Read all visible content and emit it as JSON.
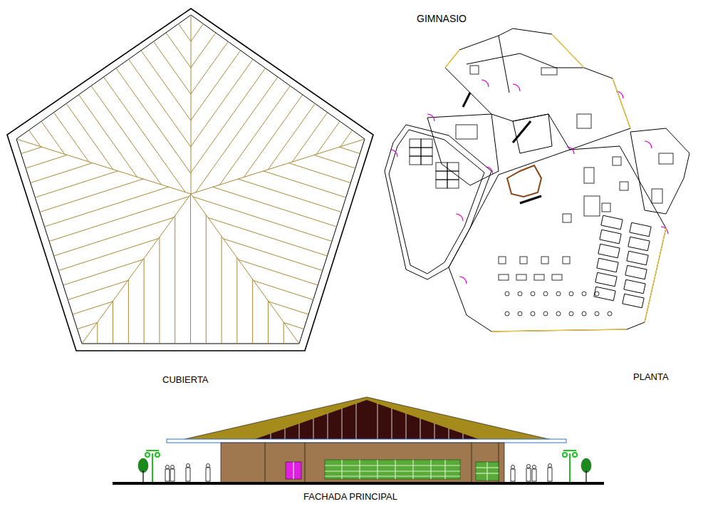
{
  "diagram": {
    "title": "GIMNASIO",
    "labels": [
      "CUBIERTA",
      "PLANTA",
      "FACHADA PRINCIPAL"
    ]
  }
}
